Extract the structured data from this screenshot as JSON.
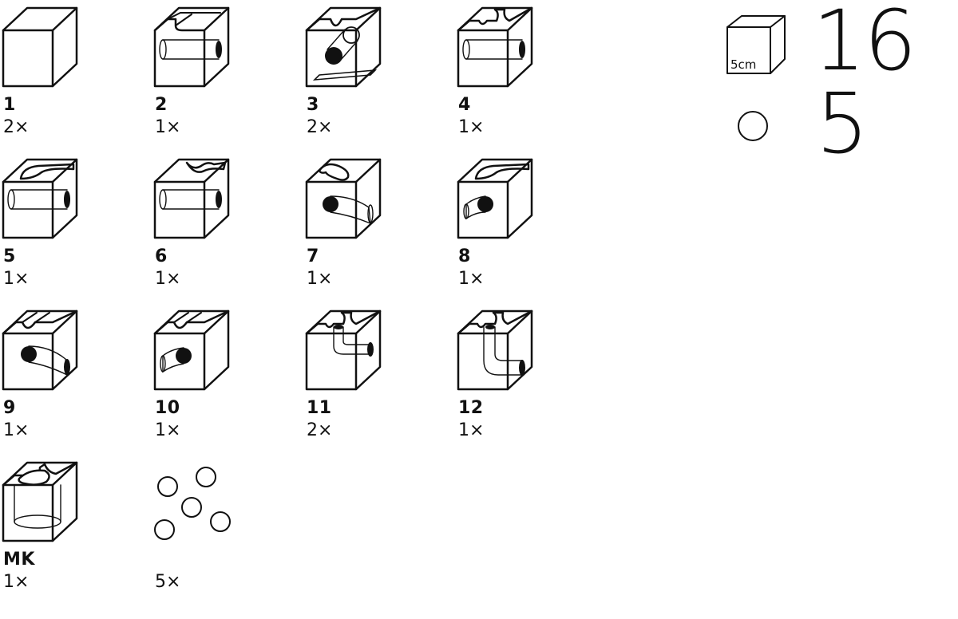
{
  "parts": [
    {
      "id": "part-1",
      "number": "1",
      "quantity": "2×",
      "kind": "plain"
    },
    {
      "id": "part-2",
      "number": "2",
      "quantity": "1×",
      "kind": "straight-tunnel-grooves"
    },
    {
      "id": "part-3",
      "number": "3",
      "quantity": "2×",
      "kind": "diagonal-drop"
    },
    {
      "id": "part-4",
      "number": "4",
      "quantity": "1×",
      "kind": "tunnel-cross"
    },
    {
      "id": "part-5",
      "number": "5",
      "quantity": "1×",
      "kind": "tunnel-ramp"
    },
    {
      "id": "part-6",
      "number": "6",
      "quantity": "1×",
      "kind": "tunnel-curve"
    },
    {
      "id": "part-7",
      "number": "7",
      "quantity": "1×",
      "kind": "curve-drop-right"
    },
    {
      "id": "part-8",
      "number": "8",
      "quantity": "1×",
      "kind": "ramp-drop-left"
    },
    {
      "id": "part-9",
      "number": "9",
      "quantity": "1×",
      "kind": "groove-drop-right"
    },
    {
      "id": "part-10",
      "number": "10",
      "quantity": "1×",
      "kind": "groove-drop-left"
    },
    {
      "id": "part-11",
      "number": "11",
      "quantity": "2×",
      "kind": "cross-bend-right"
    },
    {
      "id": "part-12",
      "number": "12",
      "quantity": "1×",
      "kind": "cross-bend-deep"
    },
    {
      "id": "part-mk",
      "number": "MK",
      "quantity": "1×",
      "kind": "hollow-shaft"
    },
    {
      "id": "part-balls",
      "number": "",
      "quantity": "5×",
      "kind": "marbles"
    }
  ],
  "summary": {
    "cube_size_label": "5cm",
    "cube_count": "16",
    "marble_count": "5"
  }
}
